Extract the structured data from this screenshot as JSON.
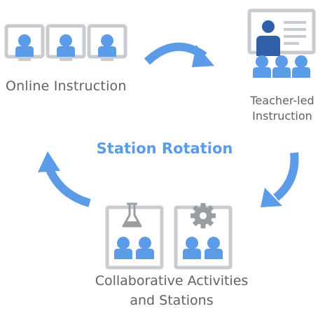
{
  "title": "Station Rotation",
  "stations": {
    "online": {
      "label": "Online Instruction"
    },
    "teacher": {
      "label_line1": "Teacher-led",
      "label_line2": "Instruction"
    },
    "collab": {
      "label_line1": "Collaborative Activities",
      "label_line2": "and Stations"
    }
  },
  "colors": {
    "accent": "#5b9be8",
    "arrow": "#5b9be8",
    "frame": "#c8ccd0",
    "person": "#5b9be8",
    "teacher": "#2f5fa8",
    "icon_gray": "#9a9ea3",
    "text": "#5f6266"
  },
  "icons": [
    "monitor-icon",
    "person-icon",
    "whiteboard-icon",
    "teacher-icon",
    "flask-icon",
    "gear-icon",
    "curved-arrow-icon"
  ]
}
